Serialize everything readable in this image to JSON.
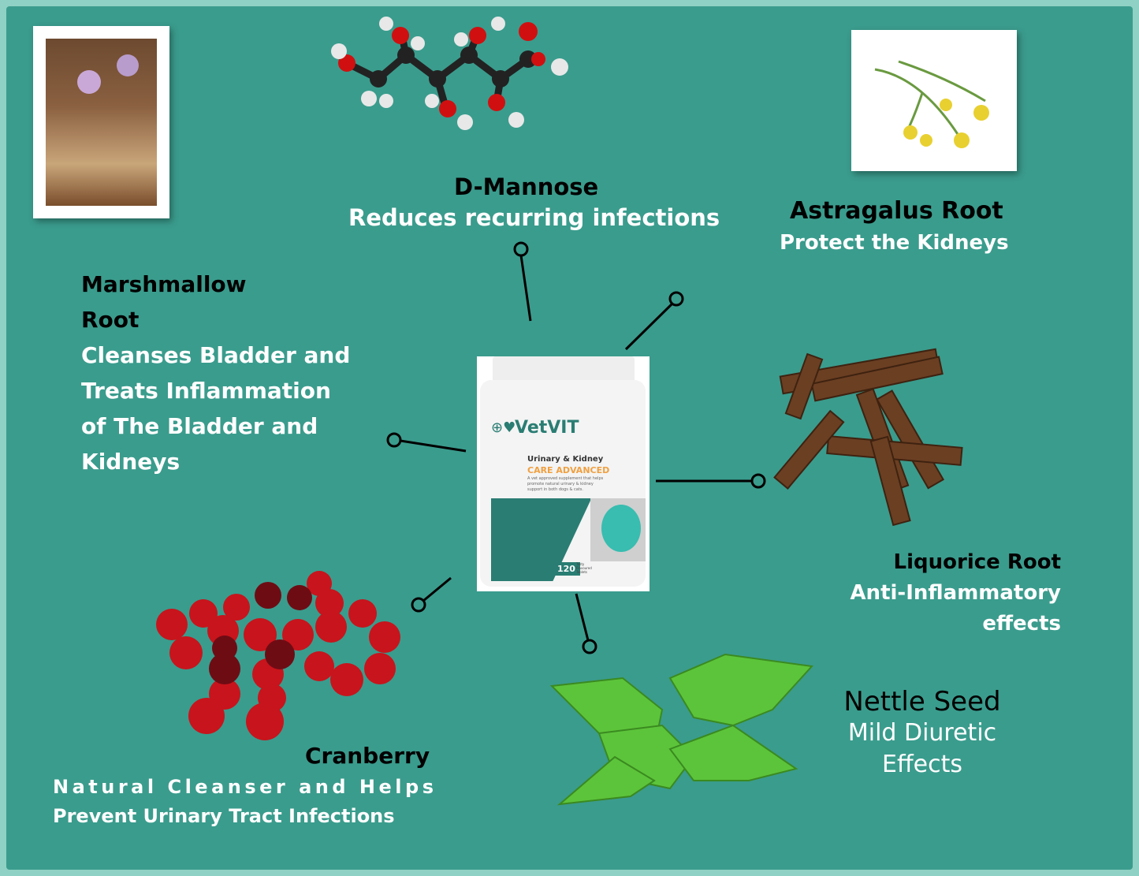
{
  "dmannose": {
    "title": "D-Mannose",
    "desc": "Reduces recurring infections"
  },
  "astragalus": {
    "title": "Astragalus Root",
    "desc": "Protect the Kidneys"
  },
  "marshmallow": {
    "lines": [
      "Marshmallow",
      "Root",
      "Cleanses Bladder and",
      "Treats Inflammation",
      "of The Bladder and",
      "Kidneys"
    ]
  },
  "liquorice": {
    "title": "Liquorice Root",
    "lines": [
      "Anti-Inflammatory",
      "effects"
    ]
  },
  "nettle": {
    "title": "Nettle Seed",
    "lines": [
      "Mild Diuretic",
      "Effects"
    ]
  },
  "cranberry": {
    "title": "Cranberry",
    "lines": [
      "Natural Cleanser and Helps",
      "Prevent Urinary Tract Infections"
    ]
  },
  "product": {
    "brand": "VetVIT",
    "line1": "Urinary & Kidney",
    "line2": "CARE ADVANCED",
    "blurb": [
      "A vet approved supplement that helps",
      "promote natural urinary & kidney",
      "support in both dogs & cats."
    ],
    "count": "120",
    "count_label": [
      "Tasty",
      "Flavoured",
      "Tablets"
    ]
  },
  "colors": {
    "background": "#3a9c8d",
    "brand": "#2a7d73",
    "accent": "#f0a040"
  }
}
